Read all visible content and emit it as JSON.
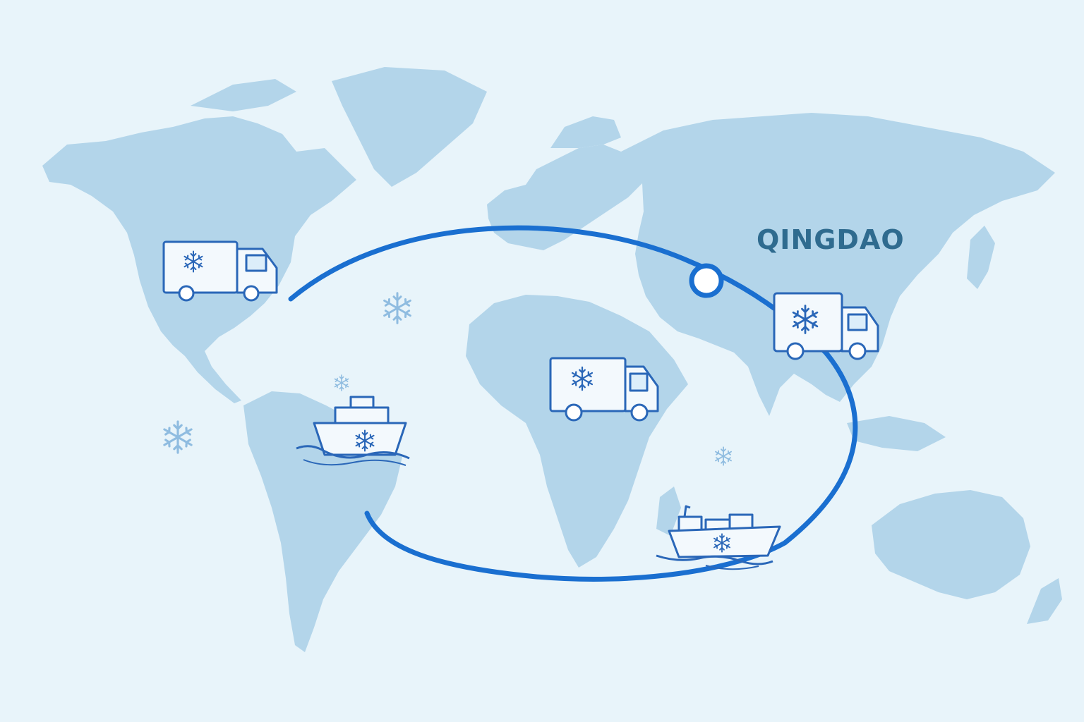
{
  "map": {
    "city_label": "QINGDAO",
    "colors": {
      "background": "#e8f4fa",
      "land": "#b3d5ea",
      "route": "#1a6fd0",
      "icon_stroke": "#2a67b8",
      "icon_fill": "#f3f9fd",
      "snowflake_decor": "#8fbce0"
    },
    "icons": [
      "refrigerated-truck-north-america",
      "refrigerated-truck-africa",
      "refrigerated-truck-china",
      "reefer-ship-south-america",
      "reefer-ship-indian-ocean",
      "origin-marker-icon",
      "snowflake-icon"
    ]
  }
}
